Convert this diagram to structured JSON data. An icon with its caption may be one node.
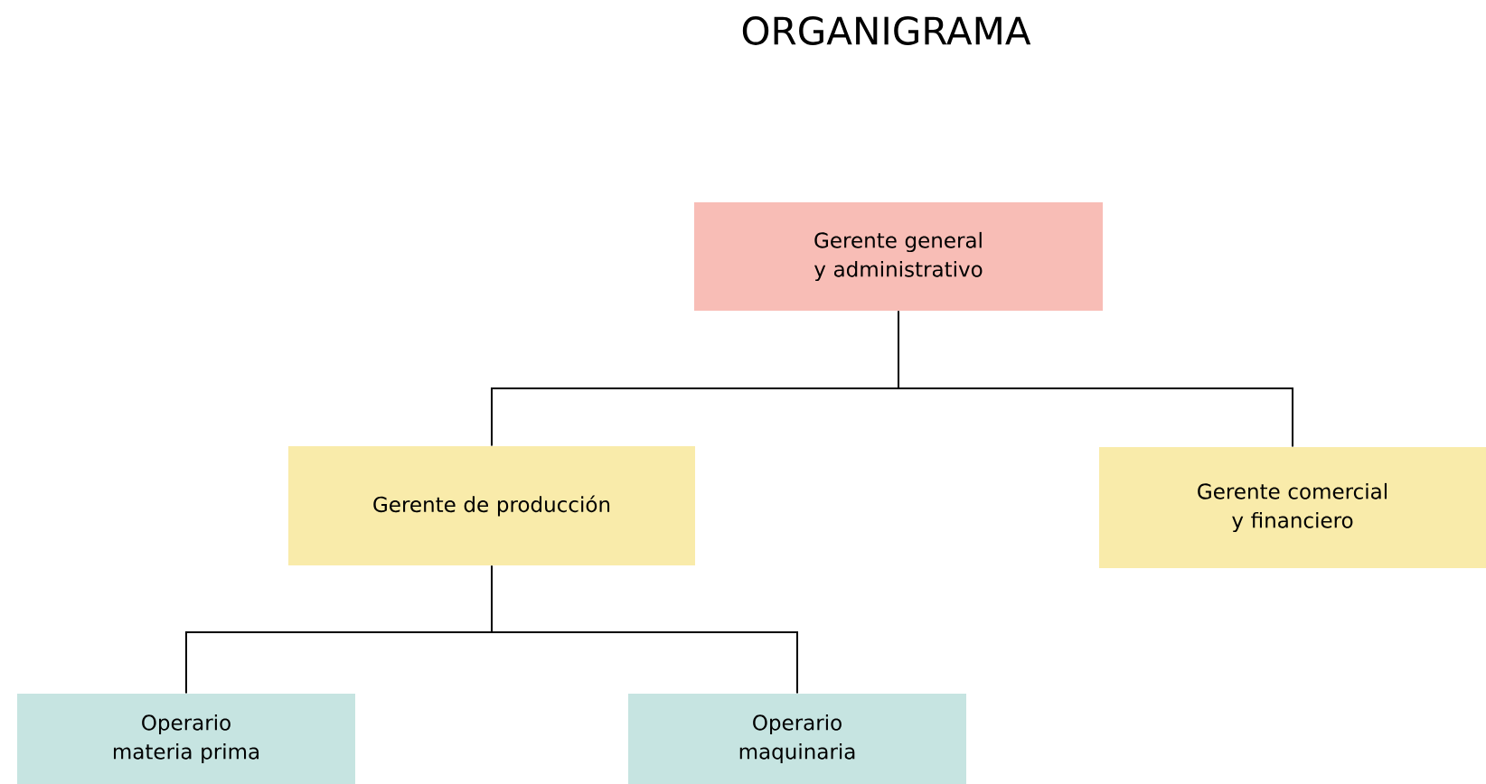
{
  "diagram": {
    "title": "ORGANIGRAMA",
    "nodes": [
      {
        "text": [
          "Gerente general y administrativo"
        ]
      },
      {
        "text": [
          "Gerente de producción"
        ]
      },
      {
        "text": [
          "Gerente comercial y financiero"
        ]
      },
      {
        "text": [
          "Operario materia prima"
        ]
      },
      {
        "text": [
          "Operario maquinaria"
        ]
      }
    ],
    "edges": [
      {
        "from": 0,
        "to": 1,
        "arrow": "none"
      },
      {
        "from": 0,
        "to": 2,
        "arrow": "none"
      },
      {
        "from": 1,
        "to": 3,
        "arrow": "none"
      },
      {
        "from": 1,
        "to": 4,
        "arrow": "none"
      }
    ]
  }
}
